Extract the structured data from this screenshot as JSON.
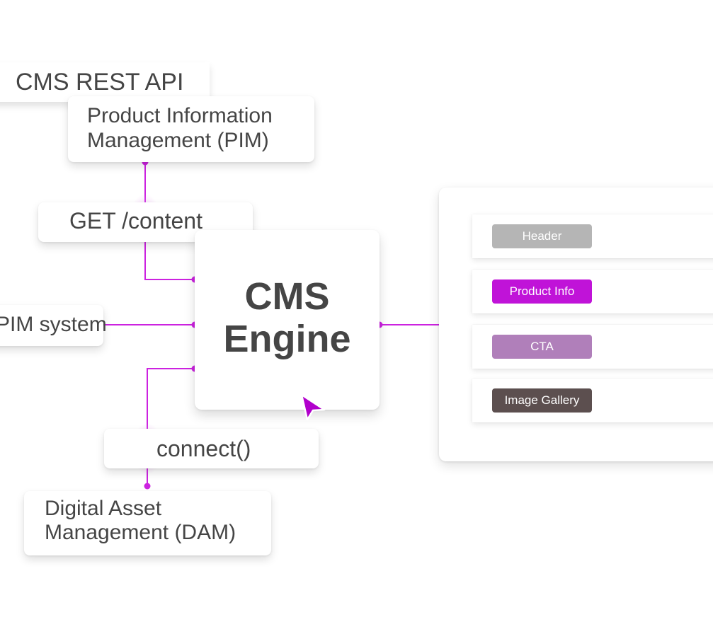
{
  "diagram": {
    "sources": {
      "rest_api": "CMS REST API",
      "pim": {
        "line1": "Product Information",
        "line2": "Management (PIM)"
      },
      "get_content": "GET /content",
      "pim_system": "PIM system",
      "connect": "connect()",
      "dam": {
        "line1": "Digital Asset",
        "line2": "Management (DAM)"
      }
    },
    "engine": {
      "line1": "CMS",
      "line2": "Engine"
    },
    "preview": {
      "blocks": [
        {
          "label": "Header",
          "color": "#b5b5b5"
        },
        {
          "label": "Product Info",
          "color": "#c013d8"
        },
        {
          "label": "CTA",
          "color": "#b07fba"
        },
        {
          "label": "Image Gallery",
          "color": "#5c4f4f"
        }
      ]
    },
    "colors": {
      "connector": "#cc22e0",
      "engine_text": "#454545",
      "cursor": "#b100cc"
    }
  }
}
